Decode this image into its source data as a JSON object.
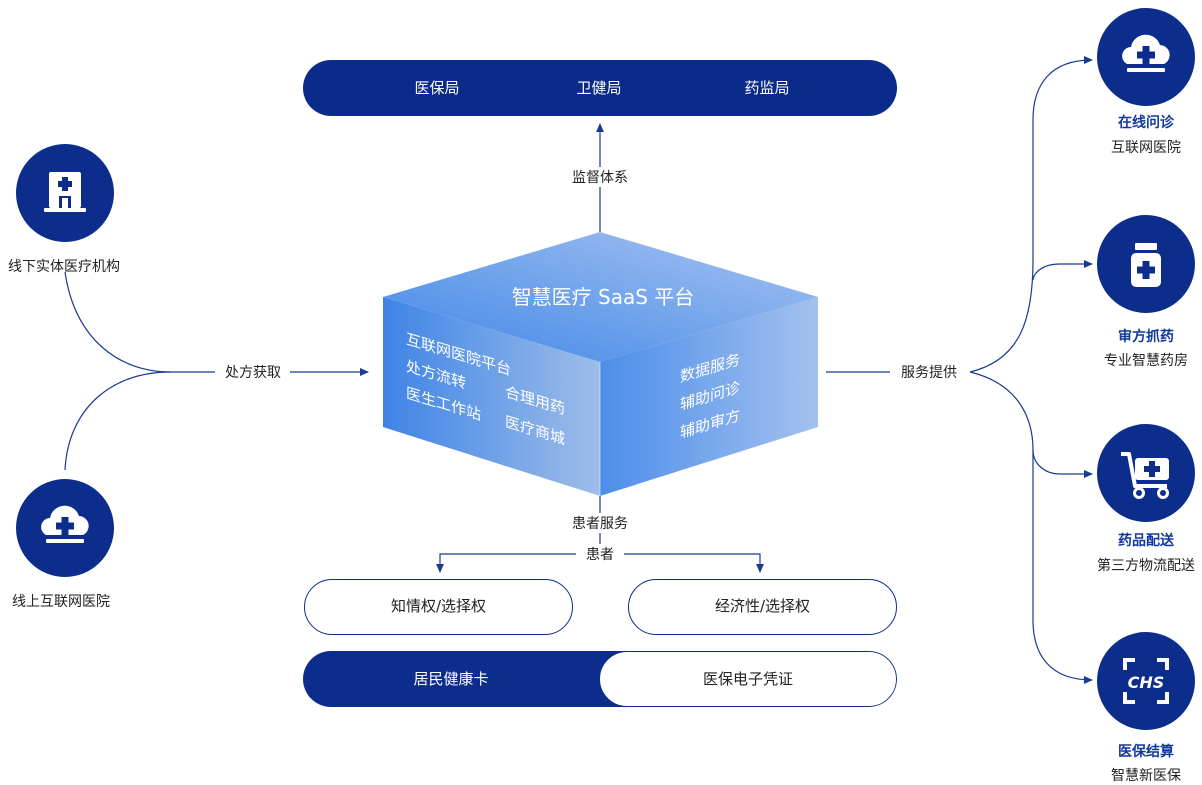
{
  "colors": {
    "navy": "#0c2d8c",
    "cube_light": "#8fb3ef",
    "cube_mid": "#4a8be9",
    "line": "#1a3a93"
  },
  "regulators": {
    "items": [
      "医保局",
      "卫健局",
      "药监局"
    ],
    "link_label": "监督体系"
  },
  "platform": {
    "title": "智慧医疗 SaaS 平台",
    "left_face": [
      "互联网医院平台",
      "处方流转",
      "合理用药",
      "医生工作站",
      "医疗商城"
    ],
    "right_face": [
      "数据服务",
      "辅助问诊",
      "辅助审方"
    ]
  },
  "inputs": {
    "offline": {
      "label": "线下实体医疗机构",
      "icon": "hospital-building-icon"
    },
    "online": {
      "label": "线上互联网医院",
      "icon": "cloud-cross-icon"
    },
    "link_label": "处方获取"
  },
  "patient": {
    "service_label": "患者服务",
    "patient_label": "患者",
    "rights": [
      "知情权/选择权",
      "经济性/选择权"
    ],
    "cards": [
      "居民健康卡",
      "医保电子凭证"
    ]
  },
  "services": {
    "link_label": "服务提供",
    "items": [
      {
        "title": "在线问诊",
        "subtitle": "互联网医院",
        "icon": "cloud-cross-icon"
      },
      {
        "title": "审方抓药",
        "subtitle": "专业智慧药房",
        "icon": "medicine-bottle-icon"
      },
      {
        "title": "药品配送",
        "subtitle": "第三方物流配送",
        "icon": "shopping-cart-cross-icon"
      },
      {
        "title": "医保结算",
        "subtitle": "智慧新医保",
        "icon": "chs-scan-icon"
      }
    ]
  }
}
